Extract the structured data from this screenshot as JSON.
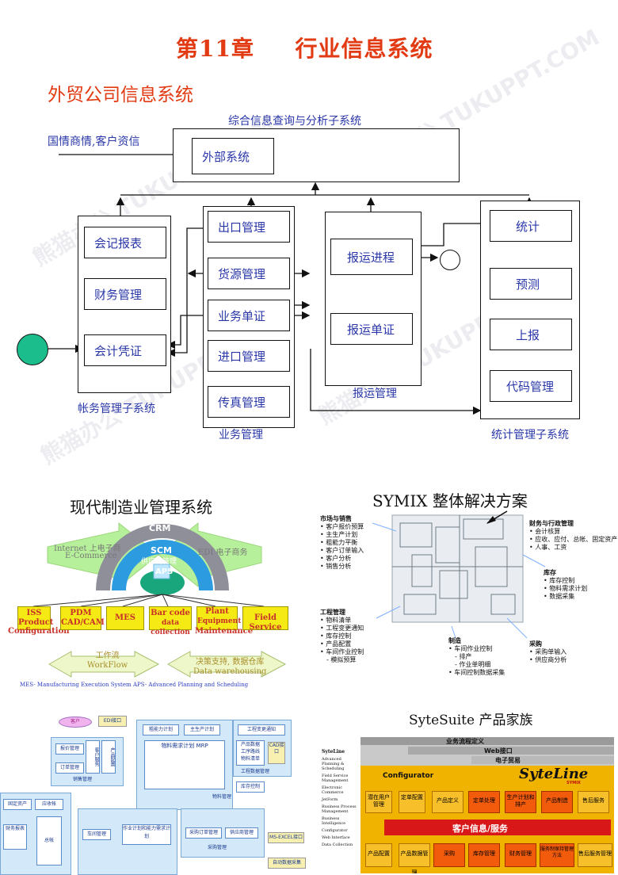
{
  "heading": {
    "chapter": "第11章",
    "title": "行业信息系统"
  },
  "subtitle": "外贸公司信息系统",
  "top_diagram": {
    "query_system": "综合信息查询与分析子系统",
    "external_input": "国情商情,客户资信",
    "external_system": "外部系统",
    "accounting": {
      "items": [
        "会记报表",
        "财务管理",
        "会计凭证"
      ],
      "label": "帐务管理子系统"
    },
    "business": {
      "items": [
        "出口管理",
        "货源管理",
        "业务单证",
        "进口管理",
        "传真管理"
      ],
      "label": "业务管理"
    },
    "shipping": {
      "items": [
        "报运进程",
        "报运单证"
      ],
      "label": "报运管理"
    },
    "statistics": {
      "items": [
        "统计",
        "预测",
        "上报",
        "代码管理"
      ],
      "label": "统计管理子系统"
    }
  },
  "manufacturing": {
    "title": "现代制造业管理系统",
    "arc_labels": [
      "CRM",
      "SCM",
      "供应链管理",
      "APS"
    ],
    "left_arrow": [
      "Internet 上电子商",
      "E-Commerce"
    ],
    "right_arrow": "EDI 电子商务",
    "modules": [
      {
        "line1": "ISS",
        "line2": "Product",
        "line3": "Configuration"
      },
      {
        "line1": "PDM",
        "line2": "CAD/CAM",
        "line3": ""
      },
      {
        "line1": "MES",
        "line2": "",
        "line3": ""
      },
      {
        "line1": "Bar code",
        "line2": "data collection",
        "line3": ""
      },
      {
        "line1": "Plant",
        "line2": "Equipment",
        "line3": "Maintenance"
      },
      {
        "line1": "Field Service",
        "line2": "",
        "line3": ""
      }
    ],
    "workflow": [
      "工作流",
      "WorkFlow"
    ],
    "dw": [
      "决策支持, 数据仓库",
      "Data warehousing"
    ],
    "footnote_mes": "MES- Manufacturing Execution System",
    "footnote_aps": "APS- Advanced Planning and Scheduling"
  },
  "symix": {
    "title": "SYMIX 整体解决方案",
    "sales": {
      "head": "市场与销售",
      "items": [
        "客户报价预算",
        "主生产计划",
        "粗能力平衡",
        "客户订单输入",
        "客户分析",
        "销售分析"
      ]
    },
    "finance": {
      "head": "财务与行政管理",
      "items": [
        "会计核算",
        "应收、应付、总帐、固定资产",
        "人事、工资"
      ]
    },
    "inventory": {
      "head": "库存",
      "items": [
        "库存控制",
        "物料需求计划",
        "数据采集"
      ]
    },
    "engineering": {
      "head": "工程管理",
      "items": [
        "物料清单",
        "工程变更通知",
        "库存控制",
        "产品配置",
        "车间作业控制",
        "- 模拟预算"
      ]
    },
    "mfg": {
      "head": "制造",
      "items": [
        "车间作业控制",
        "- 排产",
        "- 作业单明细",
        "车间控制数据采集"
      ]
    },
    "purchase": {
      "head": "采购",
      "items": [
        "采购单输入",
        "供应商分析"
      ]
    }
  },
  "erp_flow": {
    "customer": "客户",
    "edi": "EDI接口",
    "labels": [
      "报价管理",
      "客户服务",
      "产品配置",
      "订单管理",
      "销售管理",
      "粗能力计划",
      "主生产计划",
      "物料需求计划 MRP",
      "工程变更通知",
      "产品数据",
      "工序路线",
      "物料清单",
      "CAD接口",
      "工程数据管理",
      "库存控制",
      "物料管理",
      "固定资产",
      "应收帐",
      "总帐",
      "财务报表",
      "车间管理",
      "作业计划和能力需求计划",
      "采购订单管理",
      "供应商管理",
      "采购管理",
      "MS-EXCEL接口",
      "自动数据采集"
    ]
  },
  "syteline": {
    "title": "SyteSuite 产品家族",
    "left_list": [
      "SyteLine",
      "Advanced Planning & Scheduling",
      "Field Service Management",
      "Electronic Commerce",
      "JetForm",
      "Business Process Management",
      "Business Intelligence",
      "Configurator",
      "Web Interface",
      "Data Collection"
    ],
    "bar1": "业务流程定义",
    "bar2": "Web接口",
    "bar3": "电子贸易",
    "configurator": "Configurator",
    "logo": "SyteLine",
    "logo_sub": "SYMIX",
    "row1": [
      "潜在用户管理",
      "定单配置",
      "产品定义",
      "定单处理",
      "生产计划和排产",
      "产品制造",
      "售后服务"
    ],
    "center": "客户信息/服务",
    "row2": [
      "产品配置",
      "产品数据管理",
      "采购",
      "库存管理",
      "财务管理",
      "服务制保持管理方法",
      "售后服务管理"
    ]
  },
  "watermark": "熊猫办公 TUKUPPT.COM"
}
